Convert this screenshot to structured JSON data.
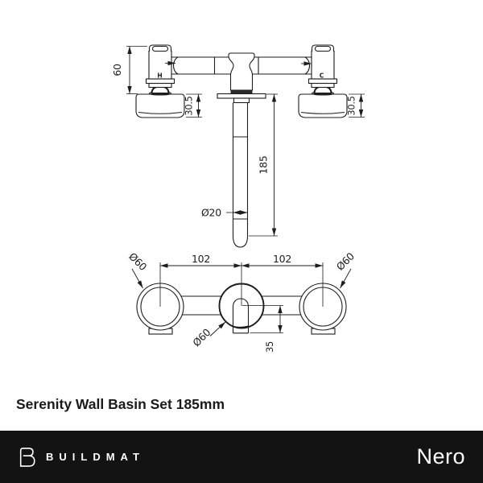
{
  "title": "Serenity Wall Basin Set 185mm",
  "front_view": {
    "hot_label": "H",
    "cold_label": "C",
    "dim_handle_height": "60",
    "dim_flange_depth_left": "30.5",
    "dim_flange_depth_right": "30.5",
    "dim_spout_length": "185",
    "dim_spout_diameter": "Ø20"
  },
  "plan_view": {
    "dim_spacing_left": "102",
    "dim_spacing_right": "102",
    "dim_handle_dia_left": "Ø60",
    "dim_handle_dia_right": "Ø60",
    "dim_spout_dia": "Ø60",
    "dim_spout_offset": "35"
  },
  "footer": {
    "brand": "BUILDMAT",
    "product_brand": "Nero",
    "background_color": "#131313",
    "text_color": "#ffffff"
  },
  "colors": {
    "line": "#1d1d1d",
    "background": "#ffffff"
  }
}
